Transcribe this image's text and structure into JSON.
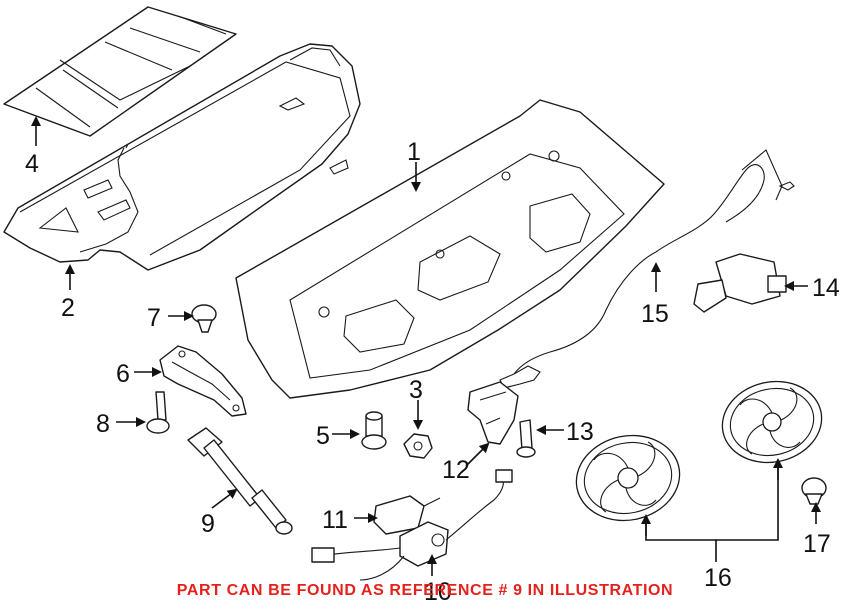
{
  "diagram": {
    "callouts": [
      "1",
      "2",
      "3",
      "4",
      "5",
      "6",
      "7",
      "8",
      "9",
      "10",
      "11",
      "12",
      "13",
      "14",
      "15",
      "16",
      "17"
    ],
    "notice": "PART CAN BE FOUND AS REFERENCE # 9 IN ILLUSTRATION",
    "colors": {
      "notice": "#e4211c",
      "lines": "#1a1a1a",
      "background": "#ffffff"
    }
  }
}
